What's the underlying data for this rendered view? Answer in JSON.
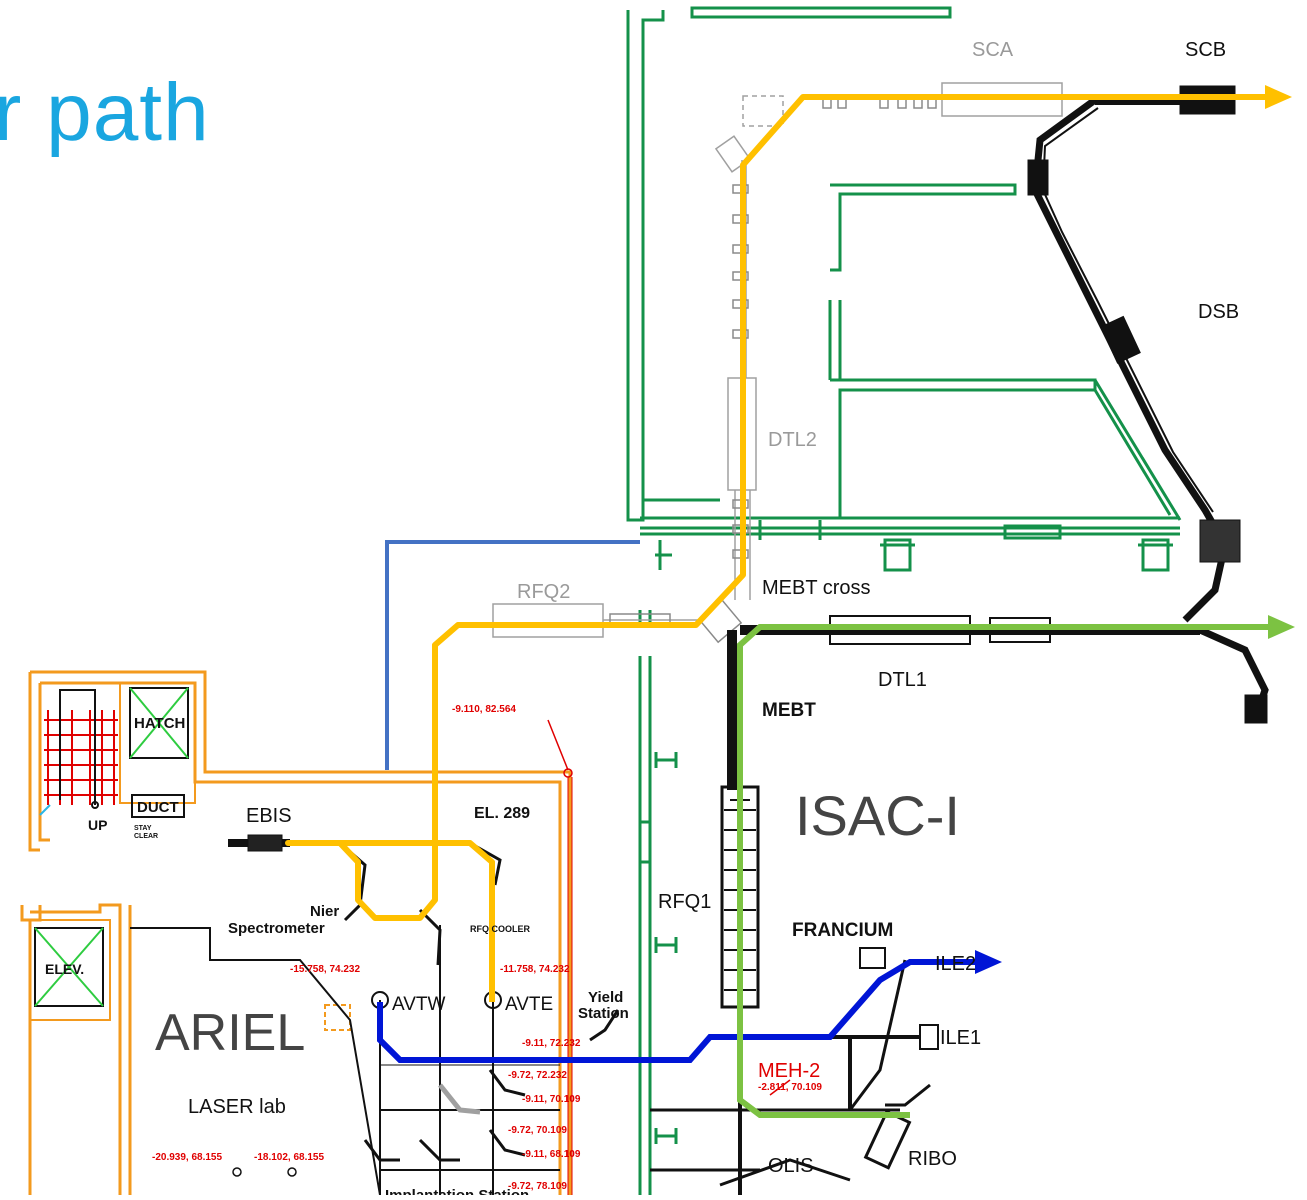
{
  "title": "r path",
  "labels": {
    "sca": "SCA",
    "scb": "SCB",
    "dsb": "DSB",
    "dtl2": "DTL2",
    "rfq2": "RFQ2",
    "mebt_cross": "MEBT  cross",
    "dtl1": "DTL1",
    "mebt": "MEBT",
    "isac1": "ISAC-I",
    "rfq1": "RFQ1",
    "francium": "FRANCIUM",
    "ile2": "ILE2",
    "ile1": "ILE1",
    "meh2": "MEH-2",
    "ribo": "RIBO",
    "olis": "OLIS",
    "hatch": "HATCH",
    "duct": "DUCT",
    "stay": "STAY",
    "clear": "CLEAR",
    "up": "UP",
    "ebis": "EBIS",
    "el289": "EL. 289",
    "nier": "Nier",
    "spectrometer": "Spectrometer",
    "rfq_cooler": "RFQ COOLER",
    "elev": "ELEV.",
    "ariel": "ARIEL",
    "avtw": "AVTW",
    "avte": "AVTE",
    "yield": "Yield",
    "station": "Station",
    "laser_lab": "LASER  lab",
    "implantation": "Implantation  Station"
  },
  "coords": {
    "c1": "-9.110, 82.564",
    "c2": "-15.758, 74.232",
    "c3": "-11.758, 74.232",
    "c4": "-9.11, 72.232",
    "c5": "-9.72, 72.232",
    "c6": "-9.11, 70.109",
    "c7": "-9.72, 70.109",
    "c8": "-9.11, 68.109",
    "c9": "-9.72, 78.109",
    "c10": "-2.811, 70.109",
    "c11": "-20.939, 68.155",
    "c12": "-18.102, 68.155"
  },
  "colors": {
    "title": "#1aa6e0",
    "yellow_path": "#ffc000",
    "green_path": "#7cc242",
    "blue_path": "#0015d6",
    "steel_blue_line": "#4472c4",
    "hall_walls": "#14914a",
    "building": "#f39a1e",
    "coords": "#e00000"
  }
}
